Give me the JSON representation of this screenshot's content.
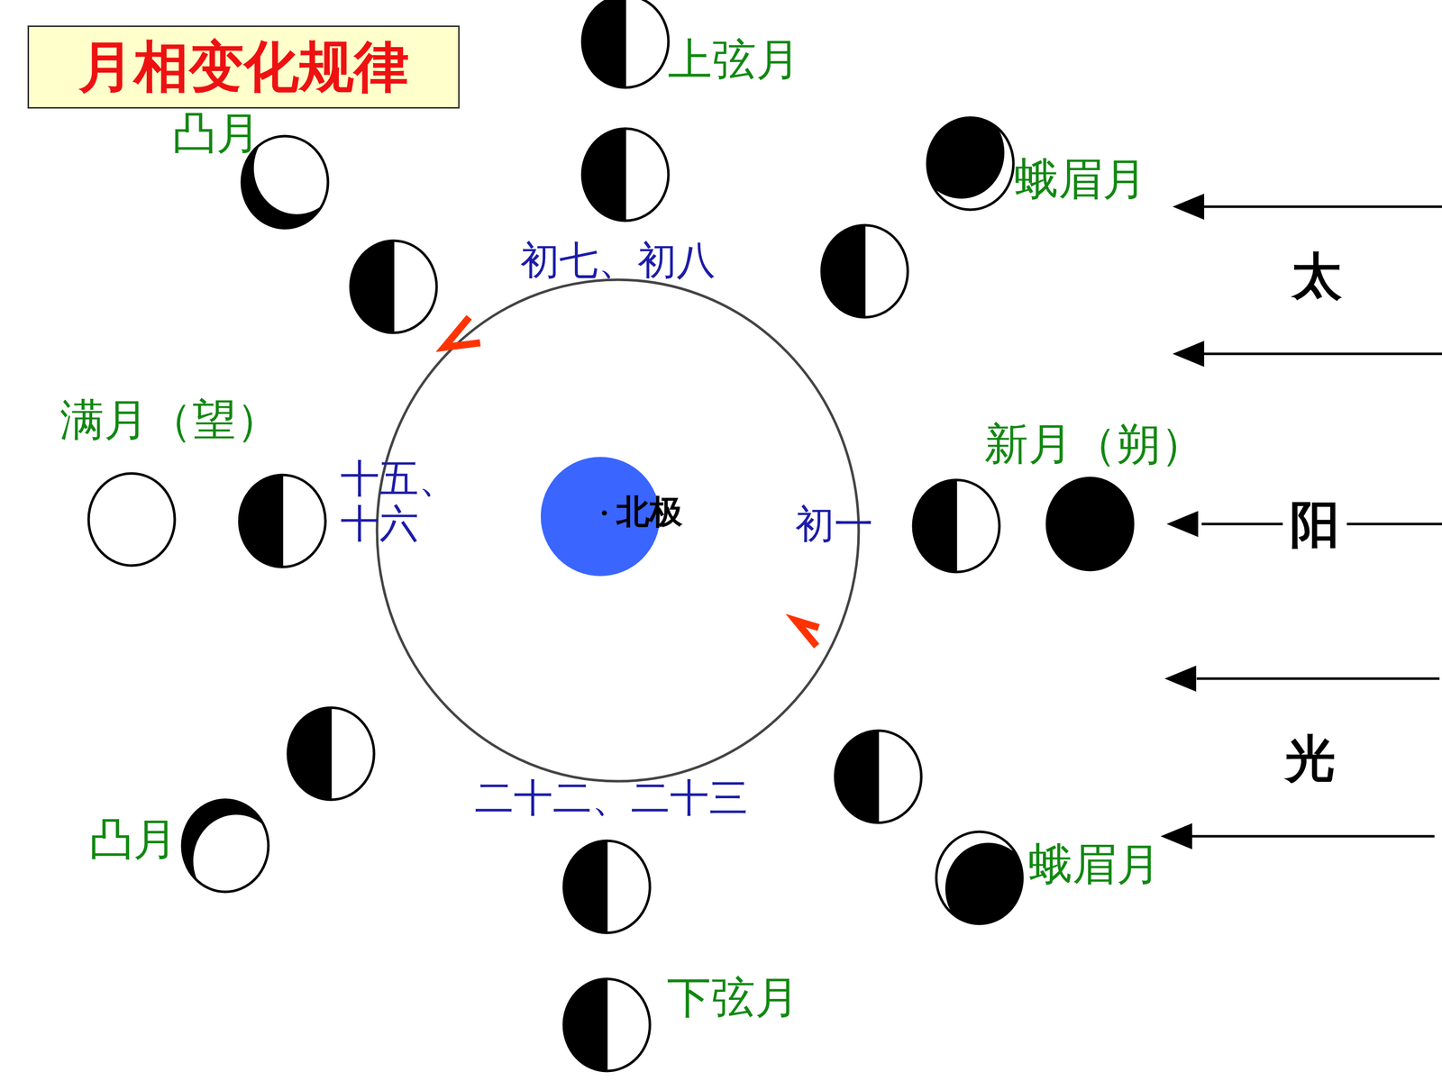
{
  "diagram": {
    "title": "月相变化规律",
    "nodes": [
      {
        "text": [
          "北极"
        ]
      }
    ],
    "labels": [
      "上弦月",
      "凸月",
      "蛾眉月",
      "初七、初八",
      "满月（望）",
      "新月（朔）",
      "十五、 十六",
      "初一",
      "二十二、二十三",
      "凸月",
      "蛾眉月",
      "下弦月",
      "太",
      "阳",
      "光"
    ]
  }
}
